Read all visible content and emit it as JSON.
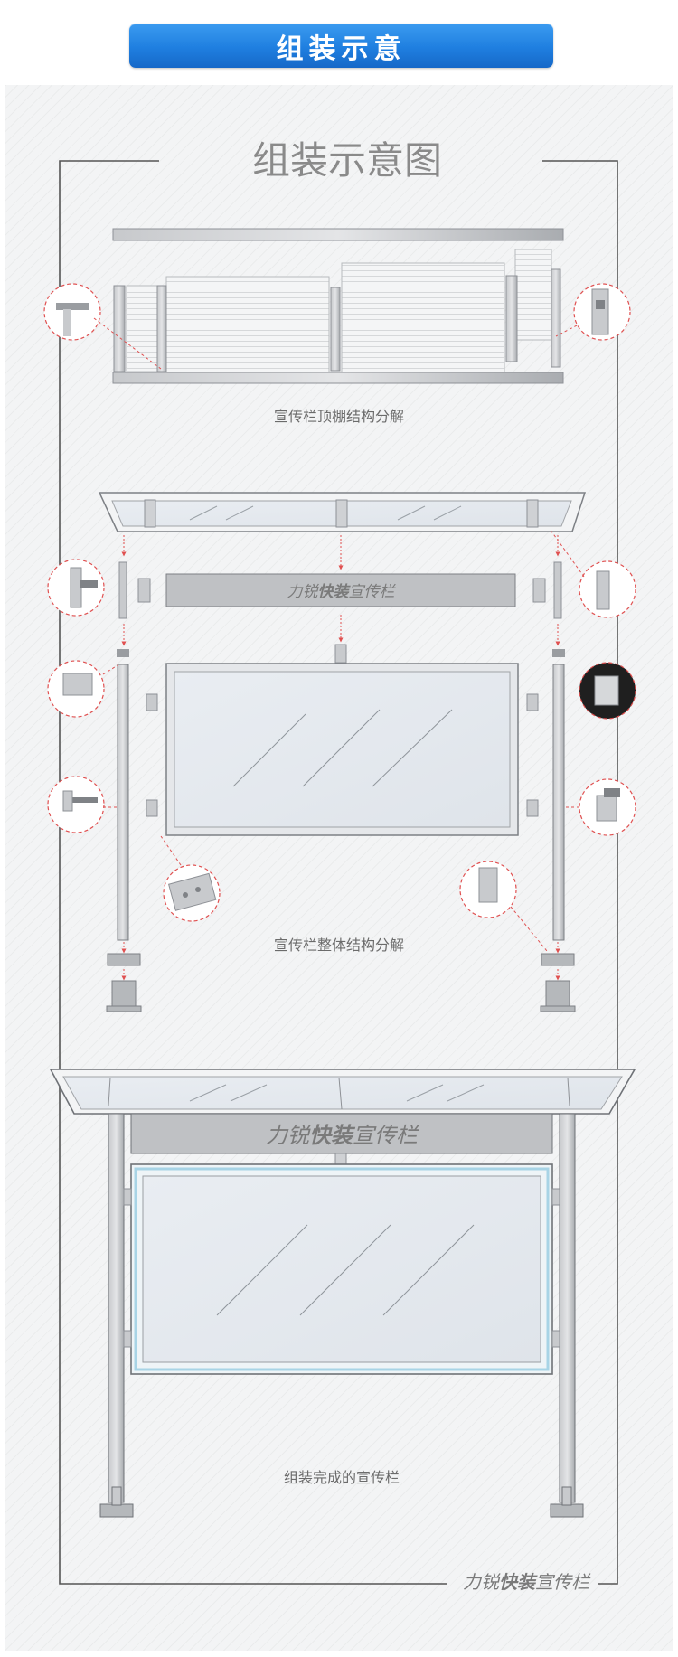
{
  "banner": {
    "title": "组装示意"
  },
  "diagram": {
    "title": "组装示意图",
    "captions": {
      "roof": "宣传栏顶棚结构分解",
      "whole": "宣传栏整体结构分解",
      "done": "组装完成的宣传栏"
    },
    "brand": {
      "prefix": "力锐",
      "highlight": "快装",
      "suffix": "宣传栏"
    },
    "footer_brand": {
      "prefix": "力锐",
      "highlight": "快装",
      "suffix": "宣传栏"
    }
  },
  "colors": {
    "banner": "#2486e6",
    "frame_line": "#555555",
    "callout": "#e05050"
  }
}
